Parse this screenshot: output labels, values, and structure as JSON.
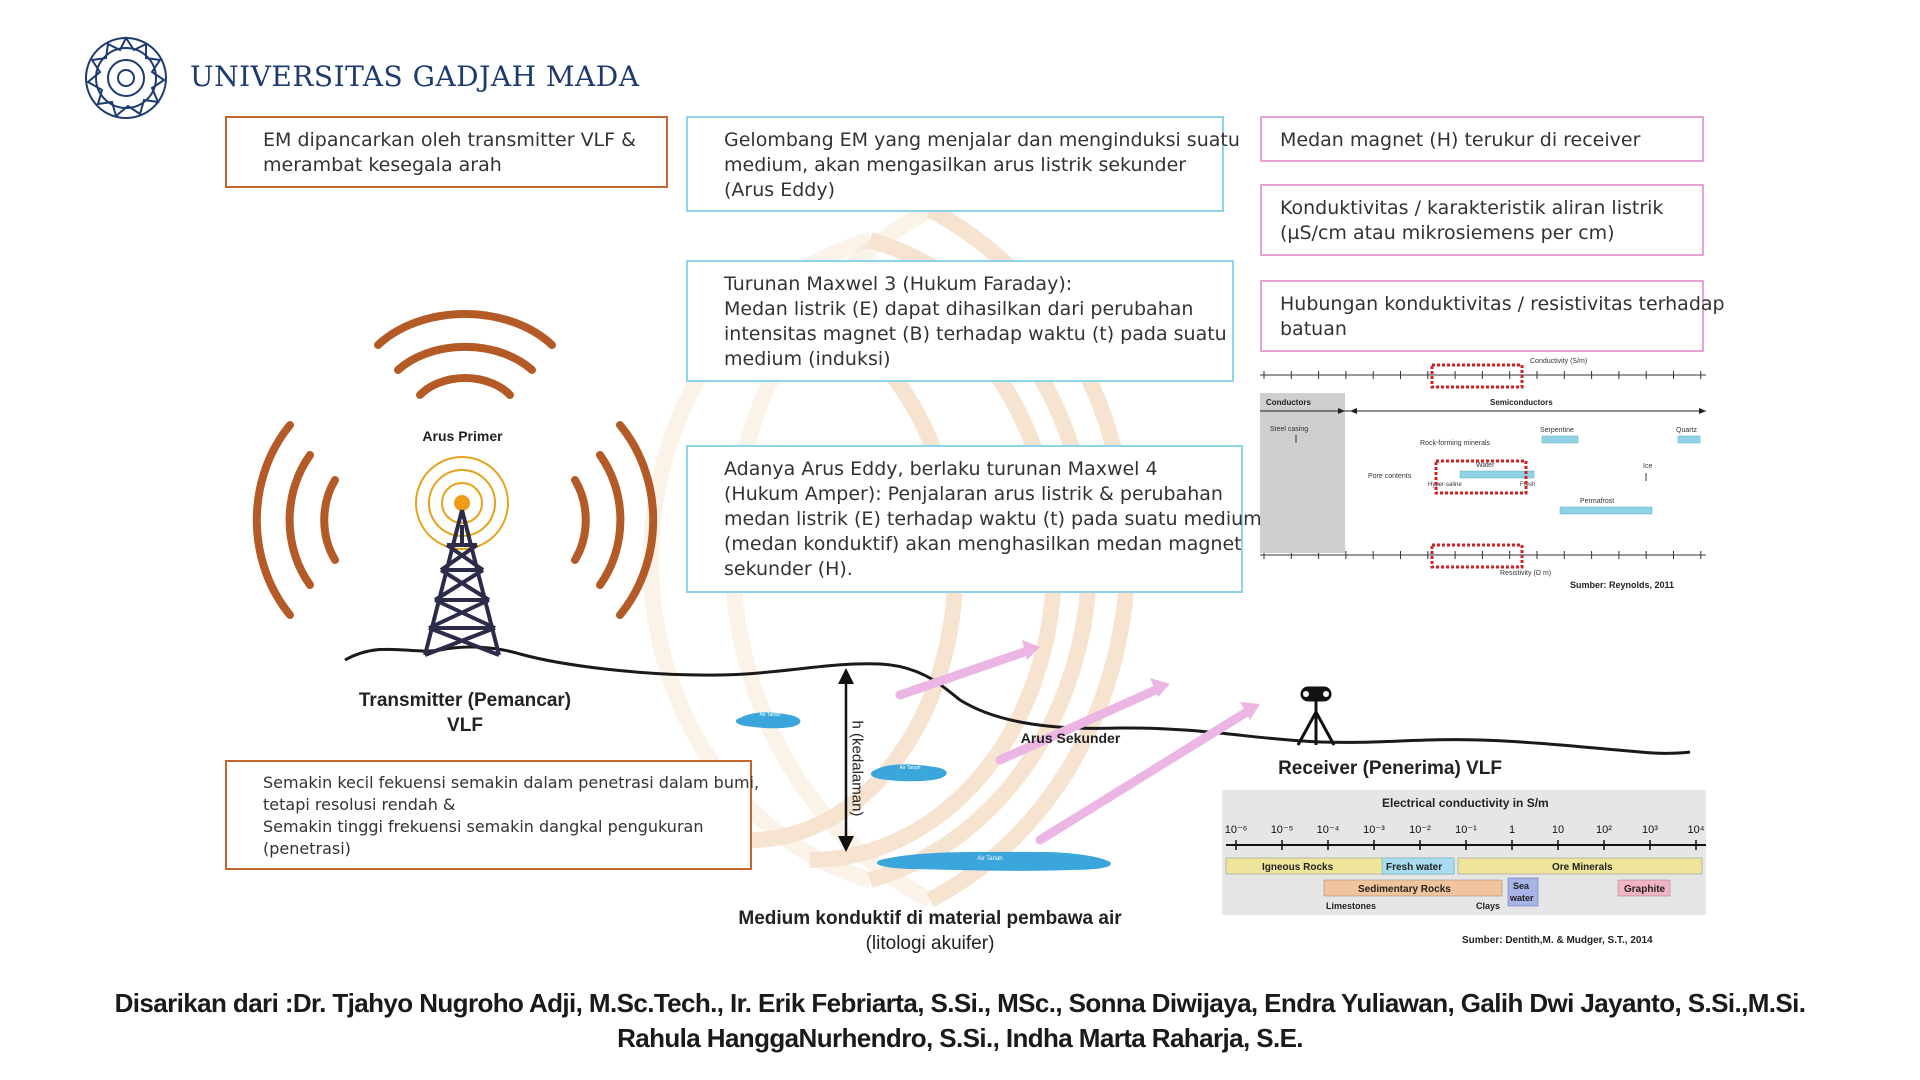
{
  "header": {
    "university_name": "UNIVERSITAS GADJAH MADA"
  },
  "boxes": {
    "transmitter_info": [
      "EM dipancarkan oleh transmitter VLF &",
      "merambat kesegala arah"
    ],
    "eddy_info": [
      "Gelombang EM yang menjalar dan menginduksi suatu",
      "medium, akan mengasilkan arus listrik sekunder",
      "(Arus Eddy)"
    ],
    "maxwell3": [
      "Turunan Maxwel 3 (Hukum Faraday):",
      "Medan listrik (E) dapat dihasilkan dari perubahan",
      "intensitas magnet (B) terhadap waktu (t) pada suatu",
      "medium (induksi)"
    ],
    "maxwell4": [
      "Adanya Arus Eddy, berlaku turunan Maxwel 4",
      "(Hukum Amper): Penjalaran arus listrik & perubahan",
      "medan listrik (E) terhadap waktu (t) pada suatu medium",
      "(medan konduktif) akan menghasilkan medan magnet",
      "sekunder (H)."
    ],
    "magnet_field": [
      "Medan magnet (H) terukur di receiver"
    ],
    "conductivity": [
      "Konduktivitas / karakteristik aliran listrik",
      "(µS/cm atau mikrosiemens per cm)"
    ],
    "relation": [
      "Hubungan konduktivitas / resistivitas terhadap",
      "batuan"
    ],
    "frequency_note": [
      "Semakin kecil fekuensi semakin dalam penetrasi dalam bumi,",
      "tetapi resolusi rendah &",
      "Semakin tinggi frekuensi semakin dangkal pengukuran",
      "(penetrasi)"
    ]
  },
  "labels": {
    "arus_primer": "Arus Primer",
    "transmitter": [
      "Transmitter (Pemancar)",
      "VLF"
    ],
    "arus_sekunder": "Arus Sekunder",
    "receiver": "Receiver (Penerima) VLF",
    "depth": "h (kedalaman)",
    "medium": [
      "Medium konduktif di material pembawa air",
      "(litologi akuifer)"
    ],
    "air_tanah": "Air Tanah"
  },
  "chart_reynolds": {
    "title_top": "Conductivity (S/m)",
    "title_bottom": "Resistivity (Ω m)",
    "conductors": "Conductors",
    "semiconductors": "Semiconductors",
    "steel_casing": "Steel casing",
    "rock_forming": "Rock-forming minerals",
    "pore_contents": "Pore contents",
    "serpentine": "Serpentine",
    "quartz": "Quartz",
    "water": "Water",
    "hyper_saline": "Hyper-saline",
    "fresh": "Fresh",
    "ice": "Ice",
    "permafrost": "Permafrost",
    "source": "Sumber: Reynolds, 2011",
    "box_color": "#8fd3e6",
    "highlight_color": "#d42020"
  },
  "chart_dentith": {
    "title": "Electrical conductivity in S/m",
    "ticks": [
      "10⁻⁶",
      "10⁻⁵",
      "10⁻⁴",
      "10⁻³",
      "10⁻²",
      "10⁻¹",
      "1",
      "10",
      "10²",
      "10³",
      "10⁴"
    ],
    "igneous": "Igneous Rocks",
    "fresh_water": "Fresh water",
    "ore": "Ore Minerals",
    "sedimentary": "Sedimentary Rocks",
    "sea_water": [
      "Sea",
      "water"
    ],
    "graphite": "Graphite",
    "limestones": "Limestones",
    "clays": "Clays",
    "source": "Sumber: Dentith,M. & Mudger, S.T., 2014"
  },
  "footer": {
    "line1": "Disarikan dari :Dr. Tjahyo Nugroho Adji, M.Sc.Tech., Ir. Erik Febriarta, S.Si., MSc., Sonna Diwijaya, Endra Yuliawan, Galih Dwi Jayanto, S.Si.,M.Si.",
    "line2": "Rahula HanggaNurhendro, S.Si., Indha Marta Raharja, S.E."
  },
  "colors": {
    "orange": "#c3652f",
    "cyan": "#8fd3ea",
    "pink": "#e8a3d6",
    "navy": "#1d3b6e",
    "water_blue": "#3aa6dc",
    "arrow_pink": "#ecb6e4"
  }
}
